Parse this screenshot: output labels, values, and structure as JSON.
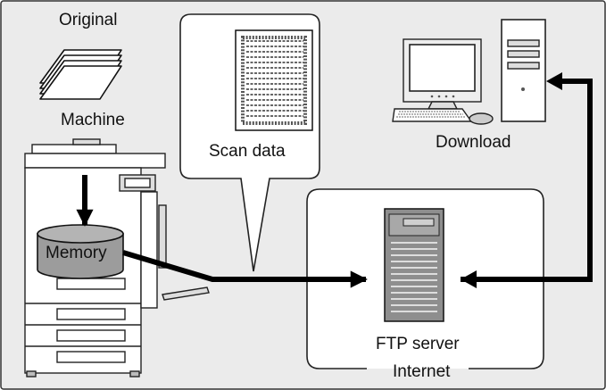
{
  "labels": {
    "original": "Original",
    "machine": "Machine",
    "scan_data": "Scan data",
    "download": "Download",
    "memory": "Memory",
    "ftp_server": "FTP server",
    "internet": "Internet"
  },
  "colors": {
    "panel_background": "#ebebeb",
    "bubble_fill": "#ffffff",
    "memory_fill": "#9c9c9c",
    "server_fill": "#8e8e8e",
    "arrow": "#000000"
  }
}
